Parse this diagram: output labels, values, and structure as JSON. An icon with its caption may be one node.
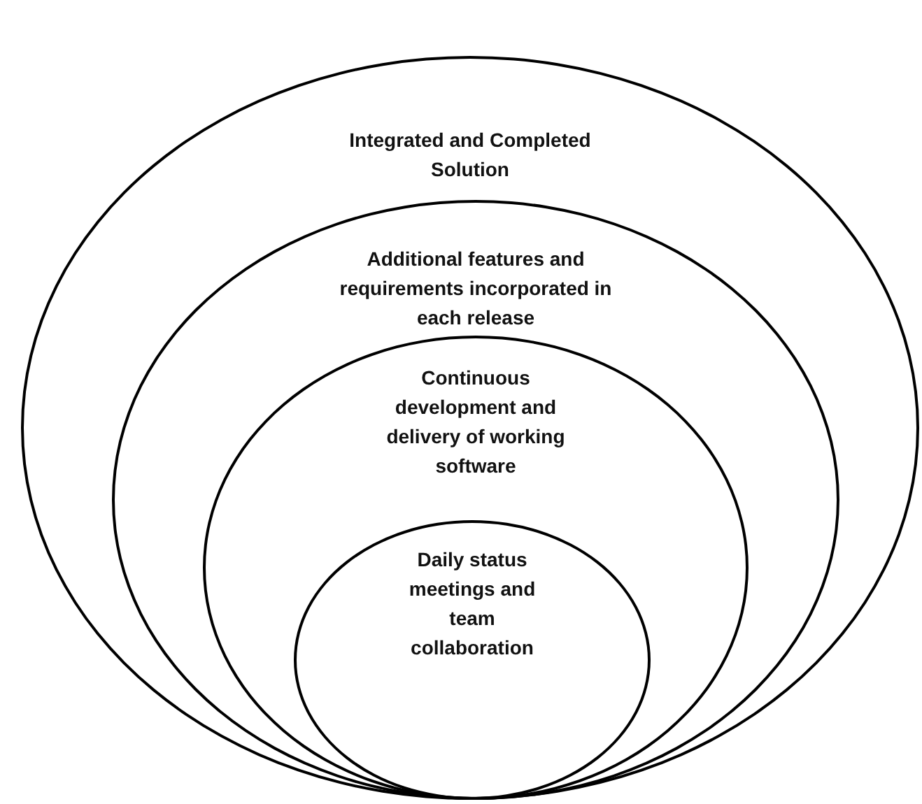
{
  "diagram": {
    "nodes": [
      {
        "text": [
          "Integrated and Completed Solution"
        ]
      },
      {
        "text": [
          "Additional features and requirements incorporated in each release"
        ],
        "in": 0
      },
      {
        "text": [
          "Continuous development and delivery of working software"
        ],
        "in": 1
      },
      {
        "text": [
          "Daily status meetings and team collaboration"
        ],
        "in": 2
      }
    ]
  }
}
